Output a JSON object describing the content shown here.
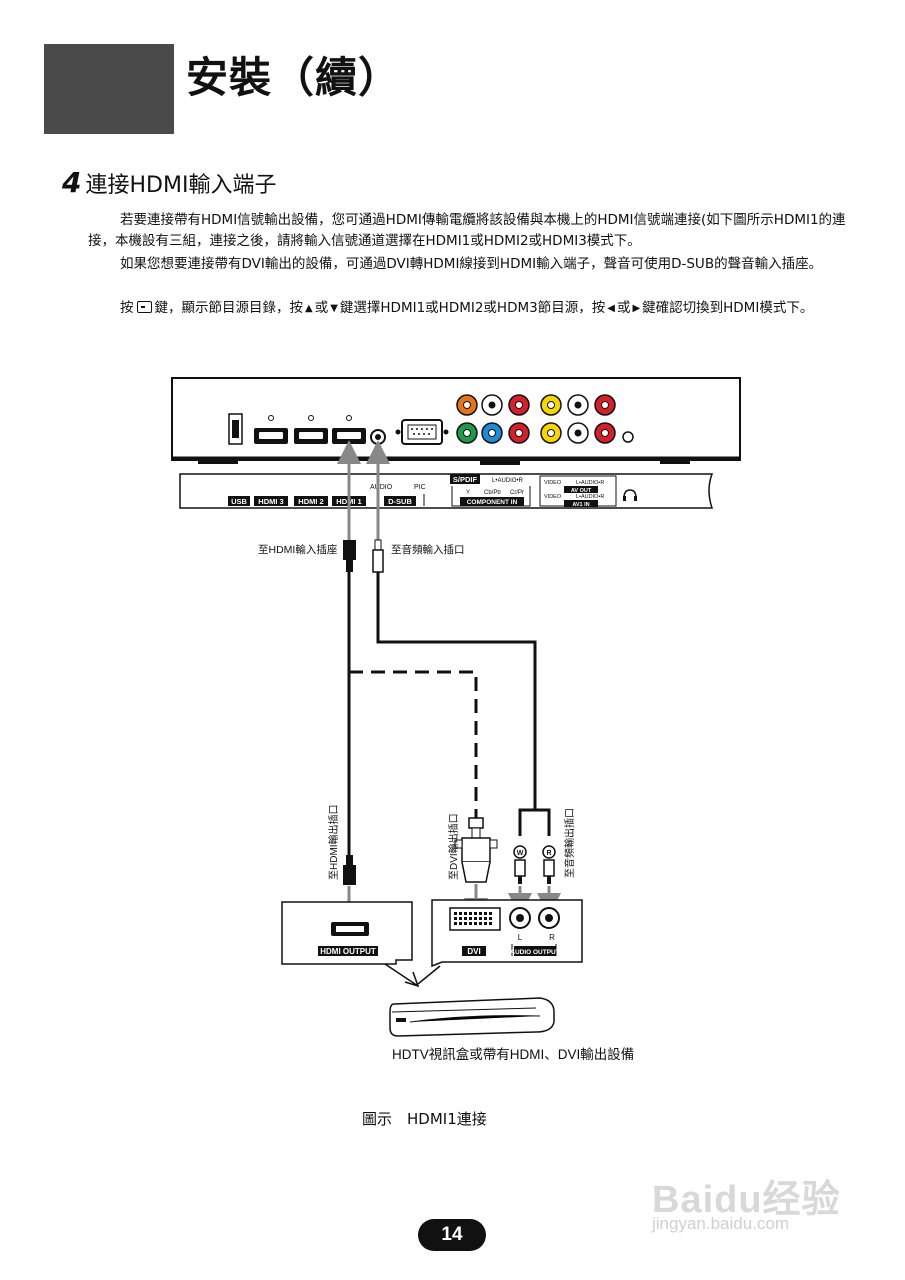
{
  "header": {
    "title": "安裝（續）"
  },
  "section": {
    "number": "4",
    "title": "連接HDMI輸入端子"
  },
  "paragraphs": {
    "p1": "若要連接帶有HDMI信號輸出設備，您可通過HDMI傳輸電纜將該設備與本機上的HDMI信號端連接(如下圖所示HDMI1的連接，本機設有三組，連接之後，請將輸入信號通道選擇在HDMI1或HDMI2或HDMI3模式下。",
    "p2": "如果您想要連接帶有DVI輸出的設備，可通過DVI轉HDMI線接到HDMI輸入端子，聲音可使用D-SUB的聲音輸入插座。",
    "p3_a": "按",
    "p3_b": "鍵，顯示節目源目錄，按",
    "p3_c": "或",
    "p3_d": "鍵選擇HDMI1或HDMI2或HDM3節目源，按",
    "p3_e": "或",
    "p3_f": "鍵確認切換到HDMI模式下。"
  },
  "panel_labels": {
    "usb": "USB",
    "hdmi3": "HDMI 3",
    "hdmi2": "HDMI 2",
    "hdmi1": "HDMI 1",
    "audio": "AUDIO",
    "pic": "PIC",
    "dsub": "D-SUB",
    "spdif": "S/PDIF",
    "l_audio_r": "L•AUDIO•R",
    "y": "Y",
    "cb": "Cb/Pb",
    "cr": "Cr/Pr",
    "component_in": "COMPONENT IN",
    "video": "VIDEO",
    "av_out": "AV OUT",
    "av1_in": "AV1 IN"
  },
  "diagram_labels": {
    "to_hdmi_input": "至HDMI輸入插座",
    "to_audio_input": "至音頻輸入插口",
    "to_hdmi_output": "至HDMI輸出插口",
    "to_dvi_output": "至DVI輸出插口",
    "to_audio_output": "至音頻輸出插口",
    "hdmi_output": "HDMI OUTPUT",
    "dvi": "DVI",
    "audio_output": "AUDIO OUTPUT",
    "l": "L",
    "r": "R",
    "w": "W",
    "r_plug": "R",
    "device": "HDTV視訊盒或帶有HDMI、DVI輸出設備"
  },
  "caption": "圖示　HDMI1連接",
  "page_number": "14",
  "watermark": {
    "brand": "Baidu经验",
    "url": "jingyan.baidu.com"
  }
}
